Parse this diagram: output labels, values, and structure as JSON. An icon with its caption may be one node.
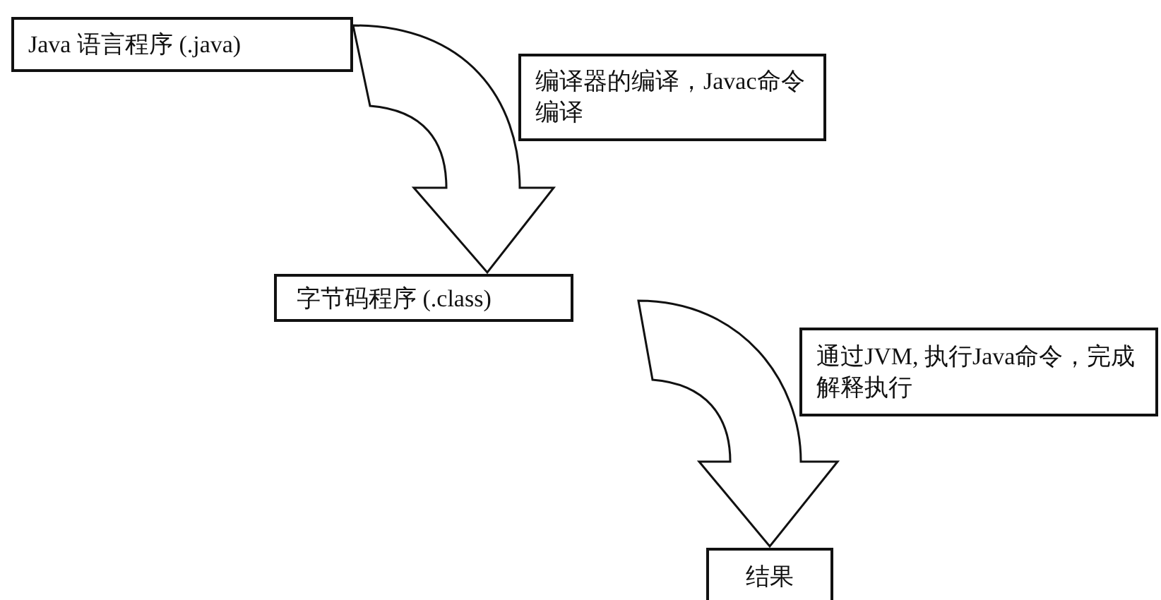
{
  "diagram": {
    "nodes": [
      {
        "text": [
          "Java 语言程序 (.java)"
        ]
      },
      {
        "text": [
          "编译器的编译，Javac命令编译"
        ]
      },
      {
        "text": [
          "字节码程序 (.class)"
        ]
      },
      {
        "text": [
          "通过JVM, 执行Java命令，完成解释执行"
        ]
      },
      {
        "text": [
          "结果"
        ]
      }
    ],
    "edges": [
      {
        "from": 0,
        "to": 2,
        "arrow": "to"
      },
      {
        "from": 2,
        "to": 4,
        "arrow": "to"
      }
    ]
  }
}
